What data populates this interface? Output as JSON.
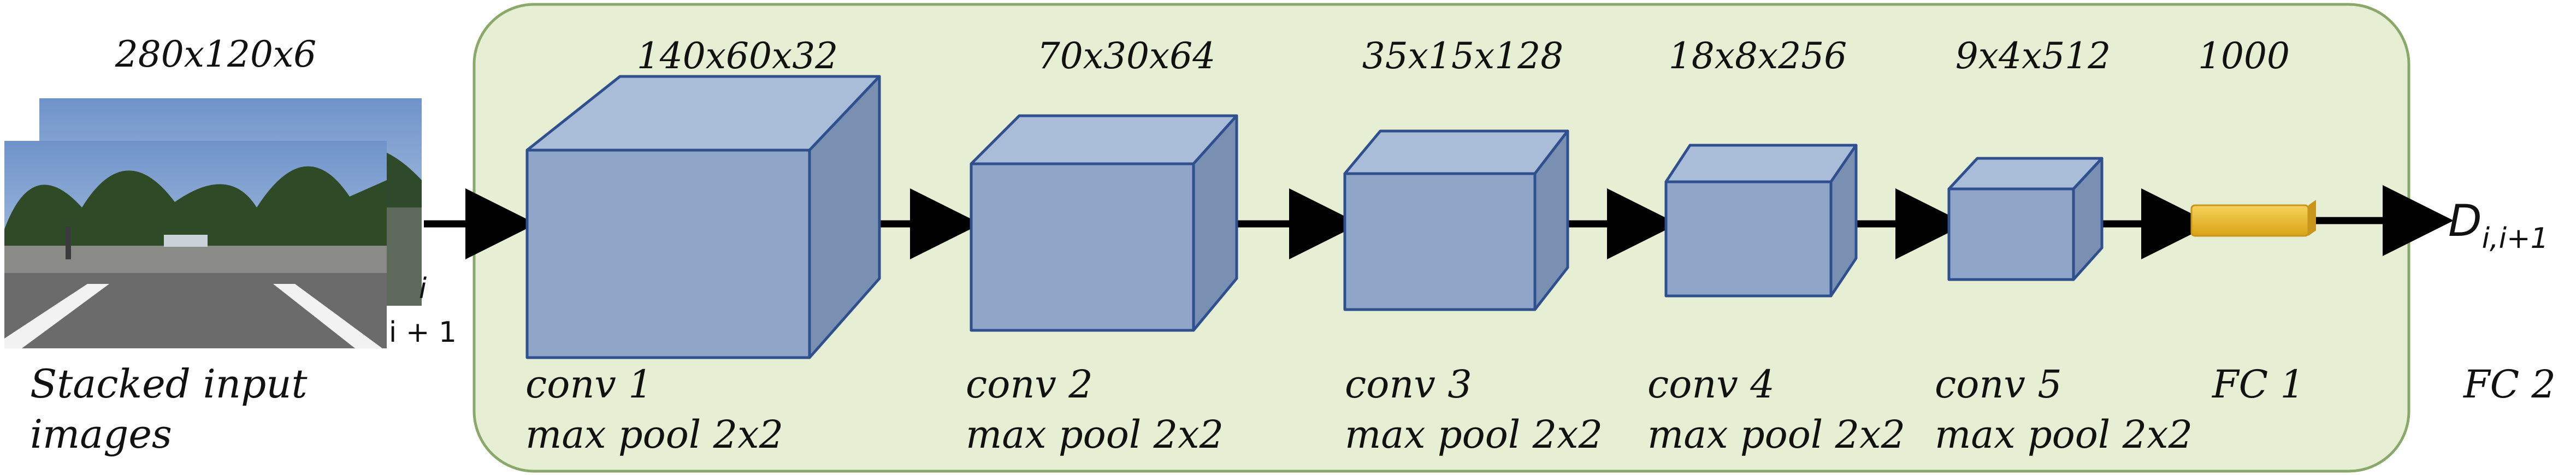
{
  "input": {
    "dims": "280x120x6",
    "caption_line1": "Stacked input",
    "caption_line2": "images",
    "frame_i": "i",
    "frame_i1": "i + 1"
  },
  "layers": [
    {
      "dims": "140x60x32",
      "name": "conv 1",
      "pool": "max pool 2x2"
    },
    {
      "dims": "70x30x64",
      "name": "conv 2",
      "pool": "max pool 2x2"
    },
    {
      "dims": "35x15x128",
      "name": "conv 3",
      "pool": "max pool 2x2"
    },
    {
      "dims": "18x8x256",
      "name": "conv 4",
      "pool": "max pool 2x2"
    },
    {
      "dims": "9x4x512",
      "name": "conv 5",
      "pool": "max pool 2x2"
    }
  ],
  "fc1": {
    "dims": "1000",
    "name": "FC 1"
  },
  "fc2": {
    "name": "FC 2"
  },
  "output": {
    "symbol": "D",
    "subscript": "i,i+1"
  },
  "colors": {
    "panel_fill": "#e6eed3",
    "panel_stroke": "#8aa86a",
    "cube_front": "#8fa6c8",
    "cube_top": "#a9bcd8",
    "cube_side": "#7a90b3",
    "cube_stroke": "#2f4f8f",
    "fc_bar": "#f2c12e",
    "arrow": "#000000"
  }
}
